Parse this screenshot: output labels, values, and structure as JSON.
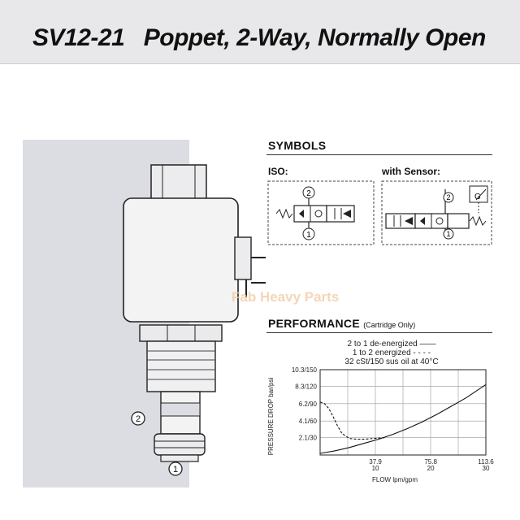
{
  "header": {
    "model": "SV12-21",
    "description": "Poppet, 2-Way, Normally Open"
  },
  "product": {
    "port_2": "2",
    "port_1": "1",
    "watermark": "Fab Heavy Parts"
  },
  "symbols": {
    "heading": "SYMBOLS",
    "iso_label": "ISO:",
    "sensor_label": "with Sensor:",
    "port_top": "2",
    "port_bottom": "1",
    "sensor_mark": "G"
  },
  "performance": {
    "heading": "PERFORMANCE",
    "note": "(Cartridge Only)",
    "legend": [
      "2 to 1 de-energized ——",
      "1 to 2 energized - - - -",
      "32 cSt/150 sus oil at 40°C"
    ]
  },
  "chart_data": {
    "type": "line",
    "title": "",
    "xlabel": "FLOW lpm/gpm",
    "ylabel": "PRESSURE DROP bar/psi",
    "xlim": [
      0,
      113.6
    ],
    "ylim": [
      0,
      10.3
    ],
    "x_ticks": [
      {
        "value": 37.9,
        "label_top": "37.9",
        "label_bottom": "10"
      },
      {
        "value": 75.8,
        "label_top": "75.8",
        "label_bottom": "20"
      },
      {
        "value": 113.6,
        "label_top": "113.6",
        "label_bottom": "30"
      }
    ],
    "y_ticks": [
      {
        "value": 2.1,
        "label": "2.1/30"
      },
      {
        "value": 4.1,
        "label": "4.1/60"
      },
      {
        "value": 6.2,
        "label": "6.2/90"
      },
      {
        "value": 8.3,
        "label": "8.3/120"
      },
      {
        "value": 10.3,
        "label": "10.3/150"
      }
    ],
    "grid": true,
    "series": [
      {
        "name": "2 to 1 de-energized",
        "style": "solid",
        "x": [
          0,
          10,
          20,
          30,
          40,
          50,
          60,
          70,
          80,
          90,
          100,
          113.6
        ],
        "y": [
          0.2,
          0.5,
          0.9,
          1.4,
          1.9,
          2.5,
          3.2,
          4.0,
          4.9,
          5.9,
          6.9,
          8.5
        ]
      },
      {
        "name": "1 to 2 energized",
        "style": "dashed",
        "x": [
          0,
          3,
          6,
          9,
          12,
          15,
          20,
          25,
          30,
          37,
          45
        ],
        "y": [
          6.4,
          6.2,
          5.6,
          4.6,
          3.5,
          2.6,
          2.0,
          1.9,
          1.9,
          2.0,
          2.1
        ]
      }
    ]
  }
}
